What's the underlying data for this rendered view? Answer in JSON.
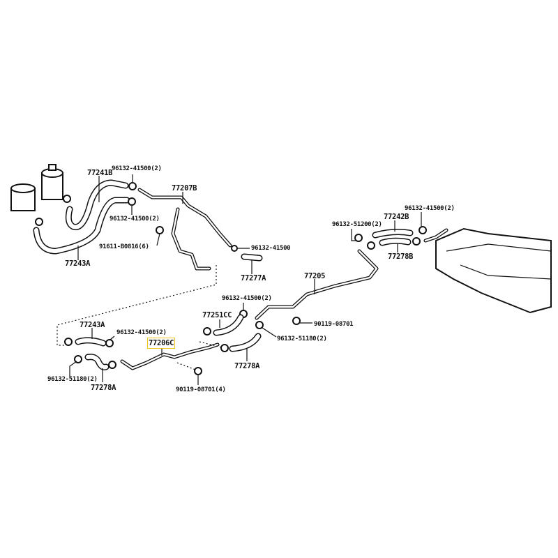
{
  "diagram": {
    "highlight_color": "#f0c419",
    "labels": {
      "l77241b": "77241B",
      "l96132_41500_top": "96132-41500(2)",
      "l96132_41500_mid": "96132-41500(2)",
      "l91611": "91611-B0816(6)",
      "l77243a_top": "77243A",
      "l77207b": "77207B",
      "l96132_41500_single": "96132-41500",
      "l77277a": "77277A",
      "l77205": "77205",
      "l96132_41500_center": "96132-41500(2)",
      "l77251cc": "77251CC",
      "l90119_08701": "90119-08701",
      "l96132_51180_right": "96132-51180(2)",
      "l77278a_right": "77278A",
      "l77243a_bottom": "77243A",
      "l96132_41500_left": "96132-41500(2)",
      "l77206c": "77206C",
      "l96132_51180_left": "96132-51180(2)",
      "l77278a_left": "77278A",
      "l90119_08701_4": "90119-08701(4)",
      "l96132_51200": "96132-51200(2)",
      "l77242b": "77242B",
      "l96132_41500_tank": "96132-41500(2)",
      "l77278b": "77278B"
    }
  }
}
